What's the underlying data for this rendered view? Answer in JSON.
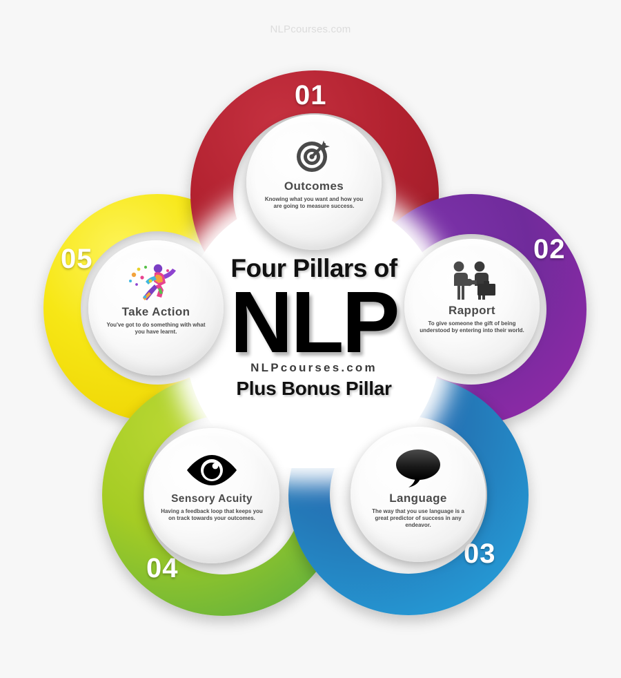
{
  "watermark": "NLPcourses.com",
  "center": {
    "line1": "Four Pillars of",
    "acronym": "NLP",
    "domain": "NLPcourses.com",
    "line4": "Plus Bonus Pillar"
  },
  "colors": {
    "background": "#f7f7f7",
    "red": "#b32230",
    "purple": "#702b9b",
    "blue": "#2479b8",
    "green": "#a5cc24",
    "yellow": "#f5e510",
    "badge_face": "#f1f1f1",
    "title_text": "#4a4a4a",
    "number_text": "#ffffff",
    "watermark_text": "#dcdcdc"
  },
  "pillars": [
    {
      "number": "01",
      "title": "Outcomes",
      "description": "Knowing what you want and how you are going to measure success.",
      "color": "#b32230",
      "icon": "target-icon"
    },
    {
      "number": "02",
      "title": "Rapport",
      "description": "To give someone the gift of being understood by entering into their world.",
      "color": "#702b9b",
      "icon": "handshake-icon"
    },
    {
      "number": "03",
      "title": "Language",
      "description": "The way that you use language is a great predictor of success in any endeavor.",
      "color": "#2479b8",
      "icon": "speech-bubble-icon"
    },
    {
      "number": "04",
      "title": "Sensory Acuity",
      "description": "Having a feedback loop that keeps you on track towards your outcomes.",
      "color": "#a5cc24",
      "icon": "eye-icon"
    },
    {
      "number": "05",
      "title": "Take Action",
      "description": "You've got to do something with what you have learnt.",
      "color": "#f5e510",
      "icon": "running-man-icon"
    }
  ]
}
